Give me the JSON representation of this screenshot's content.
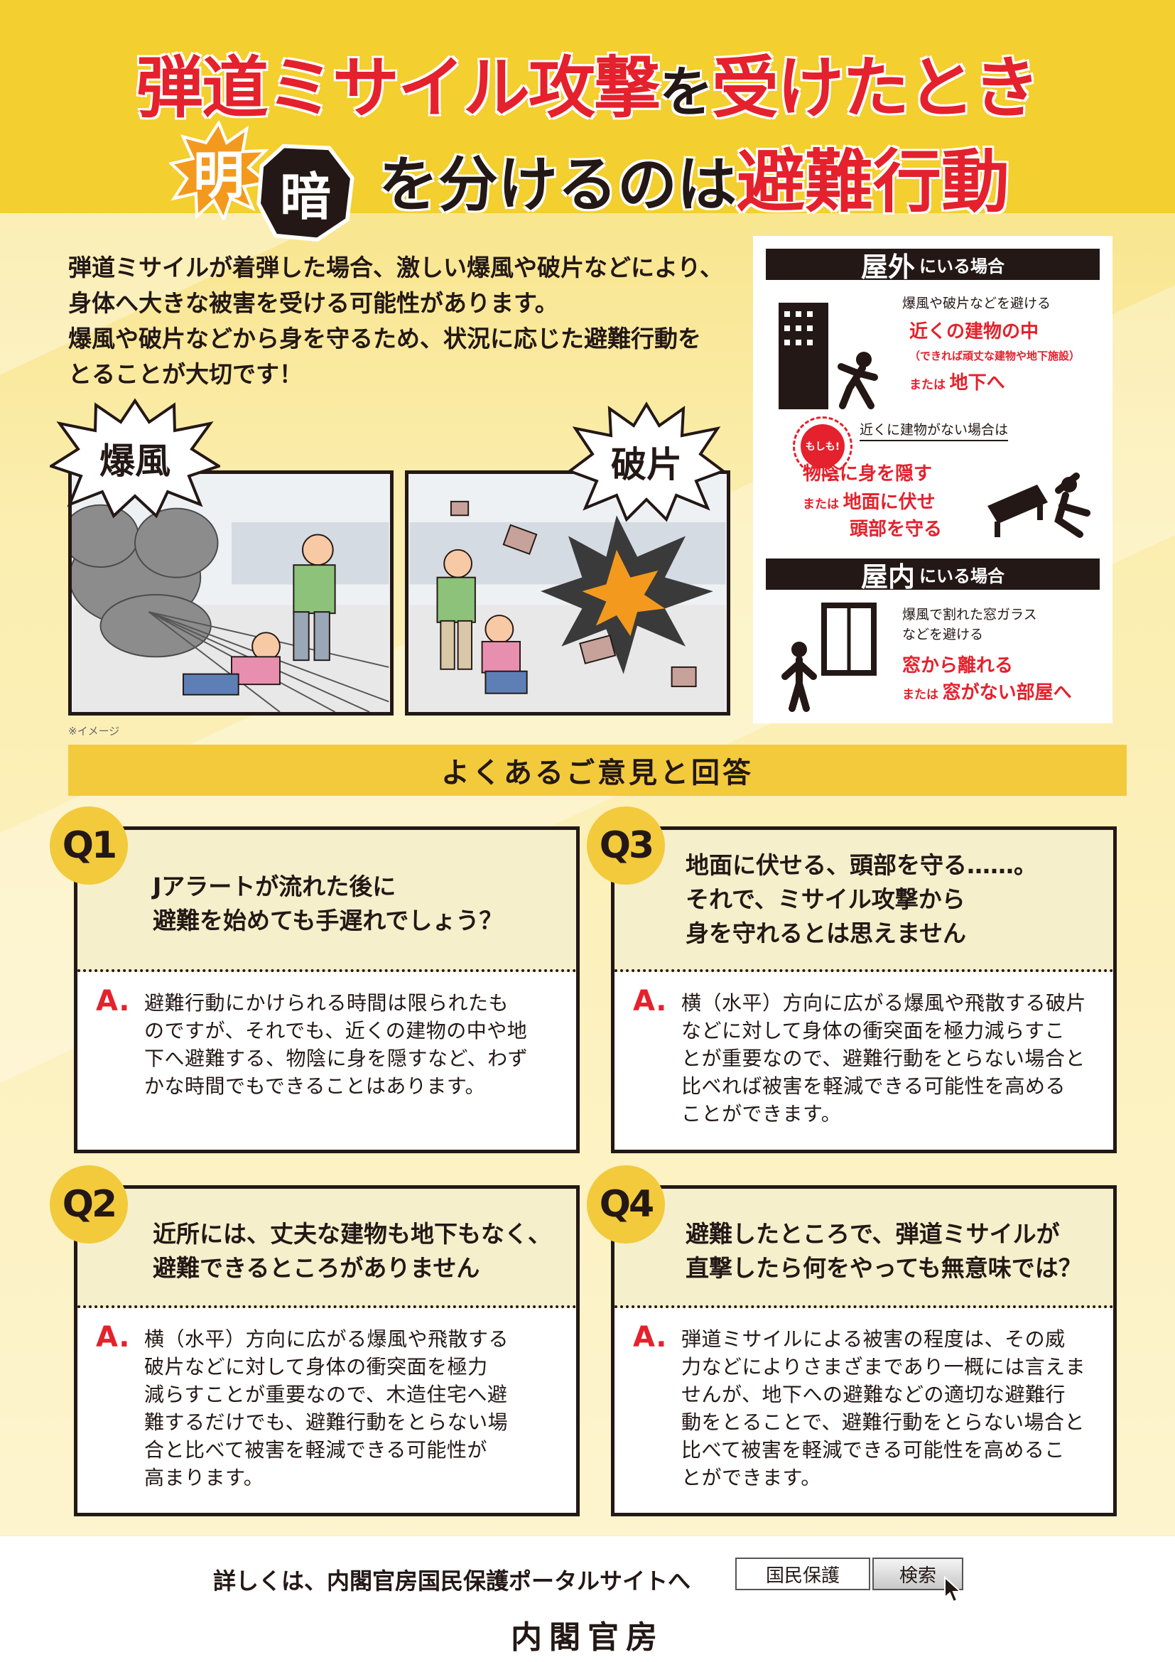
{
  "title": {
    "line1_red_a": "弾道ミサイル攻撃",
    "line1_black": "を",
    "line1_red_b": "受けたとき",
    "light_char": "明",
    "dark_char": "暗",
    "line2_black": "を分けるのは",
    "line2_red": "避難行動"
  },
  "intro": [
    "弾道ミサイルが着弾した場合、激しい爆風や破片などにより、",
    "身体へ大きな被害を受ける可能性があります。",
    "爆風や破片などから身を守るため、状況に応じた避難行動を",
    "とることが大切です！"
  ],
  "panels": {
    "left_label": "爆風",
    "right_label": "破片",
    "note": "※イメージ"
  },
  "guide": {
    "outdoor_title_big": "屋外",
    "outdoor_title_small": "にいる場合",
    "outdoor_note": "爆風や破片などを避ける",
    "outdoor_main": "近くの建物の中",
    "outdoor_sub": "（できれば頑丈な建物や地下施設）",
    "outdoor_or": "または",
    "outdoor_alt": "地下へ",
    "moshimo": "もしも!",
    "no_building": "近くに建物がない場合は",
    "shelter_main": "物陰に身を隠す",
    "shelter_or": "または",
    "shelter_alt1": "地面に伏せ",
    "shelter_alt2": "頭部を守る",
    "indoor_title_big": "屋内",
    "indoor_title_small": "にいる場合",
    "indoor_note1": "爆風で割れた窓ガラス",
    "indoor_note2": "などを避ける",
    "indoor_main": "窓から離れる",
    "indoor_or": "または",
    "indoor_alt": "窓がない部屋へ"
  },
  "faq": {
    "header": "よくあるご意見と回答",
    "answer_mark": "A.",
    "items": [
      {
        "badge": "Q1",
        "question": [
          "Jアラートが流れた後に",
          "避難を始めても手遅れでしょう？"
        ],
        "answer": [
          "避難行動にかけられる時間は限られたも",
          "のですが、それでも、近くの建物の中や地",
          "下へ避難する、物陰に身を隠すなど、わず",
          "かな時間でもできることはあります。"
        ]
      },
      {
        "badge": "Q2",
        "question": [
          "近所には、丈夫な建物も地下もなく、",
          "避難できるところがありません"
        ],
        "answer": [
          "横（水平）方向に広がる爆風や飛散する",
          "破片などに対して身体の衝突面を極力",
          "減らすことが重要なので、木造住宅へ避",
          "難するだけでも、避難行動をとらない場",
          "合と比べて被害を軽減できる可能性が",
          "高まります。"
        ]
      },
      {
        "badge": "Q3",
        "question": [
          "地面に伏せる、頭部を守る……。",
          "それで、ミサイル攻撃から",
          "身を守れるとは思えません"
        ],
        "answer": [
          "横（水平）方向に広がる爆風や飛散する破片",
          "などに対して身体の衝突面を極力減らすこ",
          "とが重要なので、避難行動をとらない場合と",
          "比べれば被害を軽減できる可能性を高める",
          "ことができます。"
        ]
      },
      {
        "badge": "Q4",
        "question": [
          "避難したところで、弾道ミサイルが",
          "直撃したら何をやっても無意味では？"
        ],
        "answer": [
          "弾道ミサイルによる被害の程度は、その威",
          "力などによりさまざまであり一概には言えま",
          "せんが、地下への避難などの適切な避難行",
          "動をとることで、避難行動をとらない場合と",
          "比べて被害を軽減できる可能性を高めるこ",
          "とができます。"
        ]
      }
    ]
  },
  "footer": {
    "text": "詳しくは、内閣官房国民保護ポータルサイトへ",
    "search_value": "国民保護",
    "search_button": "検索",
    "organization": "内閣官房"
  },
  "colors": {
    "accent_red": "#e4212c",
    "header_yellow": "#f3cf2f",
    "faq_yellow": "#f2ca3c",
    "ink": "#231815"
  }
}
